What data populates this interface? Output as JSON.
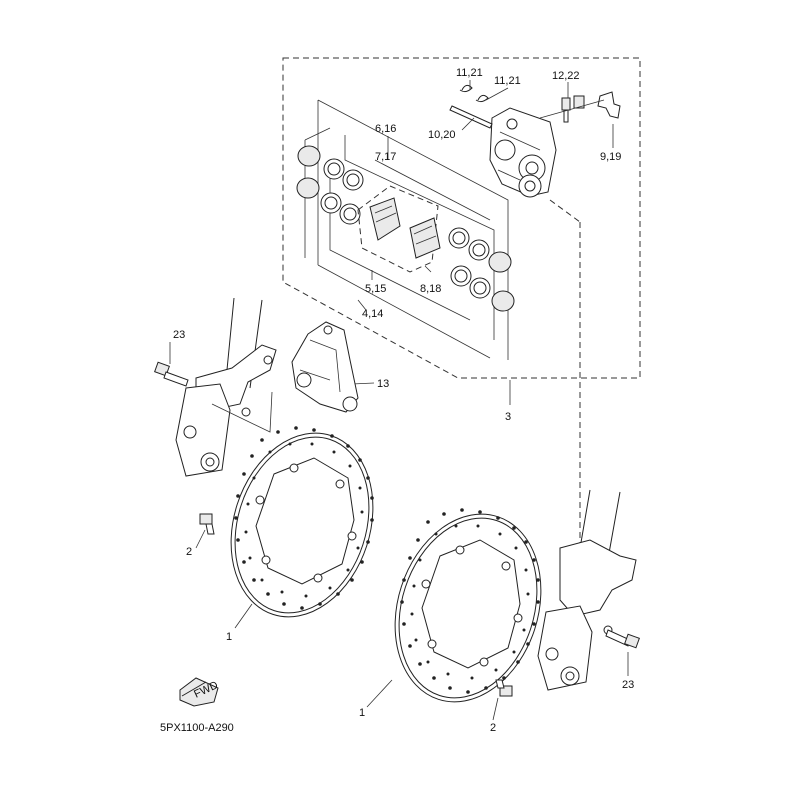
{
  "diagram_code": "5PX1100-A290",
  "fwd_mark": "FWD",
  "labels": [
    {
      "id": "11-21-a",
      "text": "11,21"
    },
    {
      "id": "11-21-b",
      "text": "11,21"
    },
    {
      "id": "12-22",
      "text": "12,22"
    },
    {
      "id": "10-20",
      "text": "10,20"
    },
    {
      "id": "9-19",
      "text": "9,19"
    },
    {
      "id": "6-16",
      "text": "6,16"
    },
    {
      "id": "7-17",
      "text": "7,17"
    },
    {
      "id": "5-15",
      "text": "5,15"
    },
    {
      "id": "8-18",
      "text": "8,18"
    },
    {
      "id": "4-14",
      "text": "4,14"
    },
    {
      "id": "23-a",
      "text": "23"
    },
    {
      "id": "13",
      "text": "13"
    },
    {
      "id": "3",
      "text": "3"
    },
    {
      "id": "2-a",
      "text": "2"
    },
    {
      "id": "1-a",
      "text": "1"
    },
    {
      "id": "1-b",
      "text": "1"
    },
    {
      "id": "2-b",
      "text": "2"
    },
    {
      "id": "23-b",
      "text": "23"
    }
  ]
}
